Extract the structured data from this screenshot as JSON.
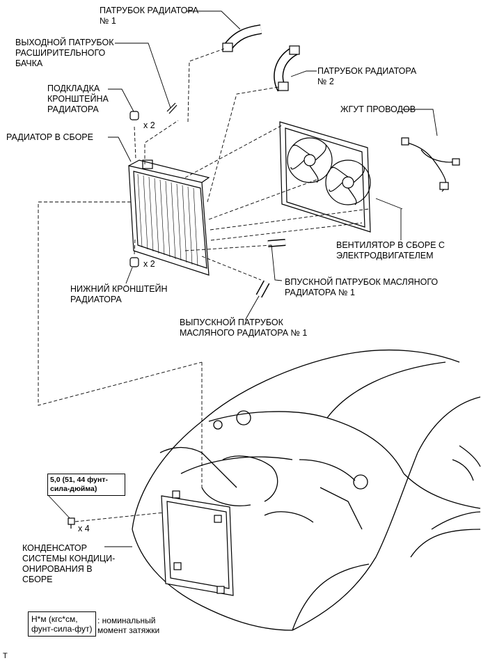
{
  "labels": {
    "hose1": "ПАТРУБОК РАДИАТОРА\n№ 1",
    "tank_outlet": "ВЫХОДНОЙ ПАТРУБОК\nРАСШИРИТЕЛЬНОГО\nБАЧКА",
    "hose2": "ПАТРУБОК РАДИАТОРА\n№ 2",
    "bracket_cushion": "ПОДКЛАДКА\nКРОНШТЕЙНА\nРАДИАТОРА",
    "wire_harness": "ЖГУТ ПРОВОДОВ",
    "radiator_assy": "РАДИАТОР В СБОРЕ",
    "fan_assy": "ВЕНТИЛЯТОР В СБОРЕ С\nЭЛЕКТРОДВИГАТЕЛЕМ",
    "oil_inlet": "ВПУСКНОЙ ПАТРУБОК МАСЛЯНОГО\nРАДИАТОРА № 1",
    "lower_bracket": "НИЖНИЙ КРОНШТЕЙН\nРАДИАТОРА",
    "oil_outlet": "ВЫПУСКНОЙ ПАТРУБОК\nМАСЛЯНОГО РАДИАТОРА № 1",
    "condenser": "КОНДЕНСАТОР\nСИСТЕМЫ КОНДИЦИ-\nОНИРОВАНИЯ В\nСБОРЕ"
  },
  "quantities": {
    "upper_cushion": "x 2",
    "lower_bracket": "x 2",
    "bolts": "x 4"
  },
  "torque_spec": "5,0 (51, 44 фунт-\nсила-дюйма)",
  "legend": {
    "box": "Н*м (кгс*см,\nфунт-сила-фут)",
    "text": ": номинальный\nмомент затяжки"
  },
  "footmark": "T"
}
